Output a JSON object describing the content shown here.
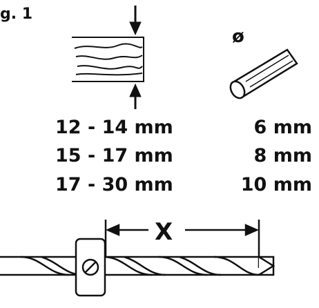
{
  "figure": {
    "label": "g. 1"
  },
  "diameter_symbol": "ø",
  "table": {
    "rows": [
      {
        "thickness": "12 - 14 mm",
        "dowel": "6 mm"
      },
      {
        "thickness": "15 - 17 mm",
        "dowel": "8 mm"
      },
      {
        "thickness": "17 - 30 mm",
        "dowel": "10 mm"
      }
    ]
  },
  "drill": {
    "depth_label": "X"
  }
}
